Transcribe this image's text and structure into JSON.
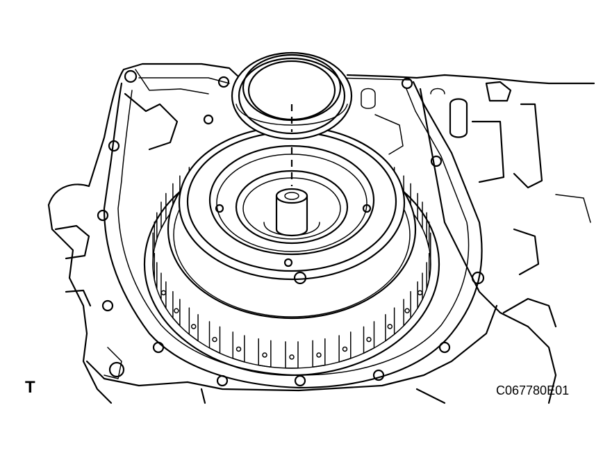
{
  "labels": {
    "view_letter": "T",
    "figure_code": "C067780E01"
  },
  "parts": {
    "ring_gear_teeth": 32,
    "bolt_holes": 14
  }
}
